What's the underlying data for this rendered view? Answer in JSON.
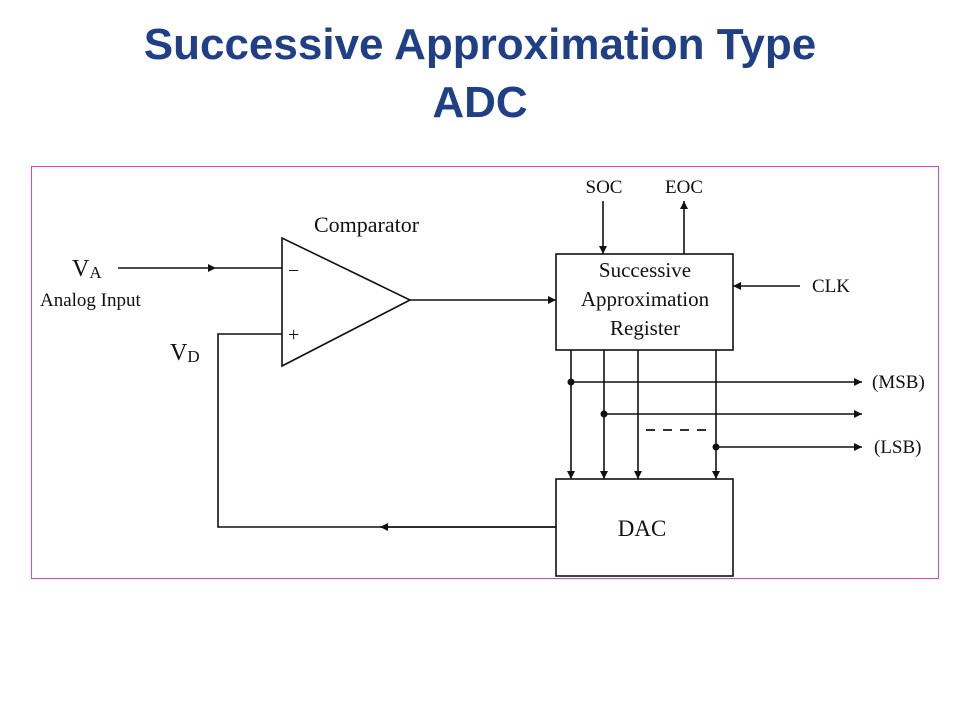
{
  "title": {
    "line1": "Successive Approximation Type",
    "line2": "ADC"
  },
  "diagram": {
    "comparator": {
      "label": "Comparator",
      "minus_sign": "−",
      "plus_sign": "+"
    },
    "analog_input": {
      "symbol": "V",
      "subscript": "A",
      "label": "Analog Input"
    },
    "dac_feedback": {
      "symbol": "V",
      "subscript": "D"
    },
    "sar": {
      "line1": "Successive",
      "line2": "Approximation",
      "line3": "Register"
    },
    "soc_label": "SOC",
    "eoc_label": "EOC",
    "clk_label": "CLK",
    "msb_label": "(MSB)",
    "lsb_label": "(LSB)",
    "dac_label": "DAC"
  },
  "colors": {
    "title": "#1f3f86",
    "frame_border": "#e040d8",
    "line": "#111111"
  }
}
